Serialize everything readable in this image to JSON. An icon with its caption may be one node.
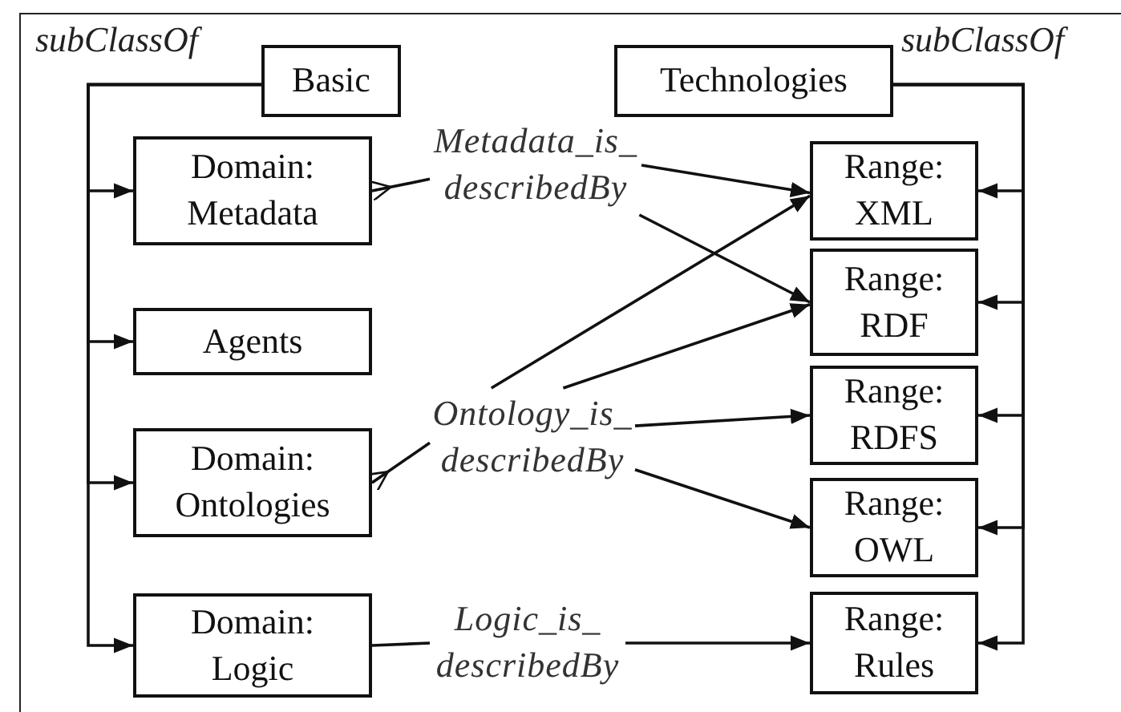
{
  "diagram": {
    "nodes": [
      {
        "text": [
          "Basic"
        ]
      },
      {
        "text": [
          "Domain: Metadata"
        ]
      },
      {
        "text": [
          "Agents"
        ]
      },
      {
        "text": [
          "Domain: Ontologies"
        ]
      },
      {
        "text": [
          "Domain: Logic"
        ]
      },
      {
        "text": [
          "Technologies"
        ]
      },
      {
        "text": [
          "Range: XML"
        ]
      },
      {
        "text": [
          "Range: RDF"
        ]
      },
      {
        "text": [
          "Range: RDFS"
        ]
      },
      {
        "text": [
          "Range: OWL"
        ]
      },
      {
        "text": [
          "Range: Rules"
        ]
      },
      {
        "text": [
          "Metadata_is_ describedBy"
        ]
      },
      {
        "text": [
          "Ontology_is_ describedBy"
        ]
      },
      {
        "text": [
          "Logic_is_ describedBy"
        ]
      }
    ],
    "edges": [
      {
        "from": 0,
        "to": 1,
        "arrow": "to"
      },
      {
        "from": 0,
        "to": 2,
        "arrow": "to"
      },
      {
        "from": 0,
        "to": 3,
        "arrow": "to"
      },
      {
        "from": 0,
        "to": 4,
        "arrow": "to"
      },
      {
        "from": 5,
        "to": 6,
        "arrow": "to"
      },
      {
        "from": 5,
        "to": 7,
        "arrow": "to"
      },
      {
        "from": 5,
        "to": 8,
        "arrow": "to"
      },
      {
        "from": 5,
        "to": 9,
        "arrow": "to"
      },
      {
        "from": 5,
        "to": 10,
        "arrow": "to"
      },
      {
        "from": 11,
        "to": 1,
        "arrow": "other"
      },
      {
        "from": 11,
        "to": 6,
        "arrow": "to"
      },
      {
        "from": 11,
        "to": 7,
        "arrow": "to"
      },
      {
        "from": 12,
        "to": 3,
        "arrow": "other"
      },
      {
        "from": 12,
        "to": 6,
        "arrow": "to"
      },
      {
        "from": 12,
        "to": 7,
        "arrow": "to"
      },
      {
        "from": 12,
        "to": 8,
        "arrow": "to"
      },
      {
        "from": 12,
        "to": 9,
        "arrow": "to"
      },
      {
        "from": 13,
        "to": 4,
        "arrow": "none"
      },
      {
        "from": 13,
        "to": 10,
        "arrow": "to"
      }
    ],
    "labels": [
      "subClassOf",
      "subClassOf"
    ]
  }
}
